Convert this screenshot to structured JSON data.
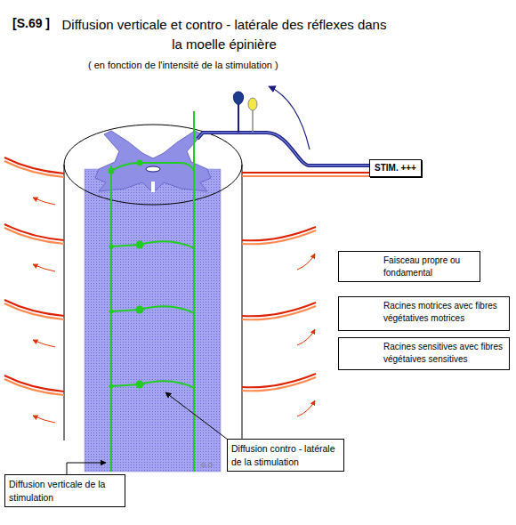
{
  "diagram": {
    "title": "Diffusion verticale et contro - latérale des réflexes dans la moelle épinière",
    "nodes": [
      {
        "text": [
          "STIM. +++"
        ]
      },
      {
        "text": [
          "Diffusion contro - latérale de la stimulation"
        ]
      },
      {
        "text": [
          "Diffusion verticale de la stimulation"
        ]
      }
    ],
    "labels": [
      "[S.69 ]",
      "( en fonction de l'intensité de la stimulation )",
      "G.O"
    ],
    "legend": [
      {
        "text": "Faisceau propre ou fondamental"
      },
      {
        "text": "Racines motrices avec fibres végétatives motrices"
      },
      {
        "text": "Racines sensitives avec fibres végétaives sensitives"
      }
    ]
  }
}
